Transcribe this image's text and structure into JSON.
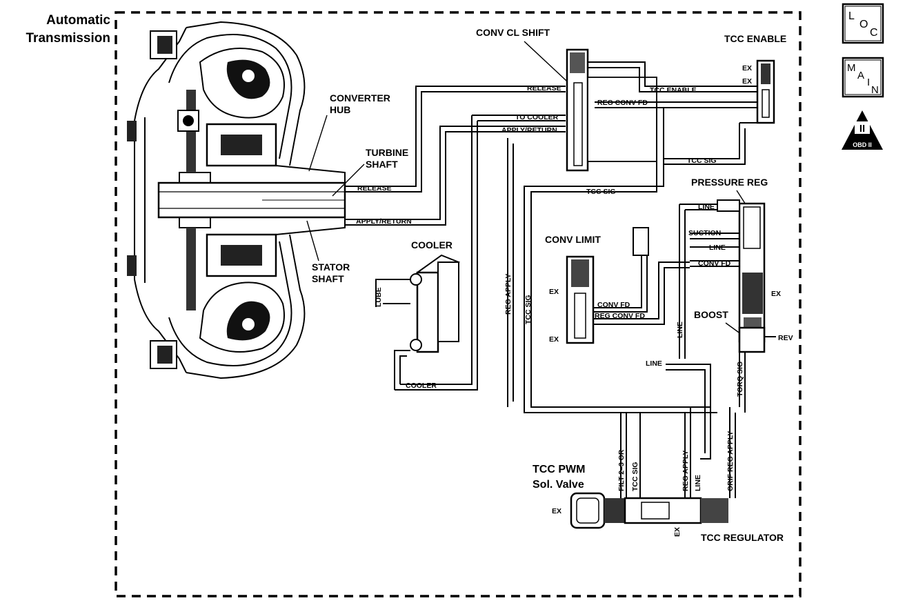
{
  "title": {
    "line1": "Automatic",
    "line2": "Transmission"
  },
  "nav": {
    "loc": {
      "l": "L",
      "o": "O",
      "c": "C"
    },
    "main": {
      "m": "M",
      "a": "A",
      "i": "I",
      "n": "N"
    },
    "obd": {
      "numeral": "II",
      "label": "OBD II"
    }
  },
  "labels": {
    "converter_hub": [
      "CONVERTER",
      "HUB"
    ],
    "turbine_shaft": [
      "TURBINE",
      "SHAFT"
    ],
    "stator_shaft": [
      "STATOR",
      "SHAFT"
    ],
    "conv_cl_shift": "CONV CL SHIFT",
    "tcc_enable_title": "TCC ENABLE",
    "pressure_reg": "PRESSURE REG",
    "conv_limit": "CONV LIMIT",
    "cooler": "COOLER",
    "boost": "BOOST",
    "tcc_pwm": [
      "TCC PWM",
      "Sol. Valve"
    ],
    "tcc_regulator": "TCC REGULATOR"
  },
  "passages": {
    "release_top": "RELEASE",
    "to_cooler": "TO COOLER",
    "apply_return_top": "APPLY/RETURN",
    "release_shaft": "RELEASE",
    "apply_return_shaft": "APPLY/RETURN",
    "tcc_enable": "TCC ENABLE",
    "reg_conv_fd_top": "REG CONV FD",
    "tcc_sig_top": "TCC SIG",
    "tcc_sig_mid": "TCC SIG",
    "ex": "EX",
    "line": "LINE",
    "suction": "SUCTION",
    "conv_fd": "CONV FD",
    "reg_conv_fd": "REG CONV FD",
    "rev": "REV",
    "torq_sig": "TORQ SIG",
    "lube": "LUBE",
    "cooler_line": "COOLER",
    "reg_apply": "REG APPLY",
    "tcc_sig_v": "TCC SIG",
    "filt": "FILT 2–3 OR",
    "orif_reg_apply": "ORIF REG APPLY"
  }
}
